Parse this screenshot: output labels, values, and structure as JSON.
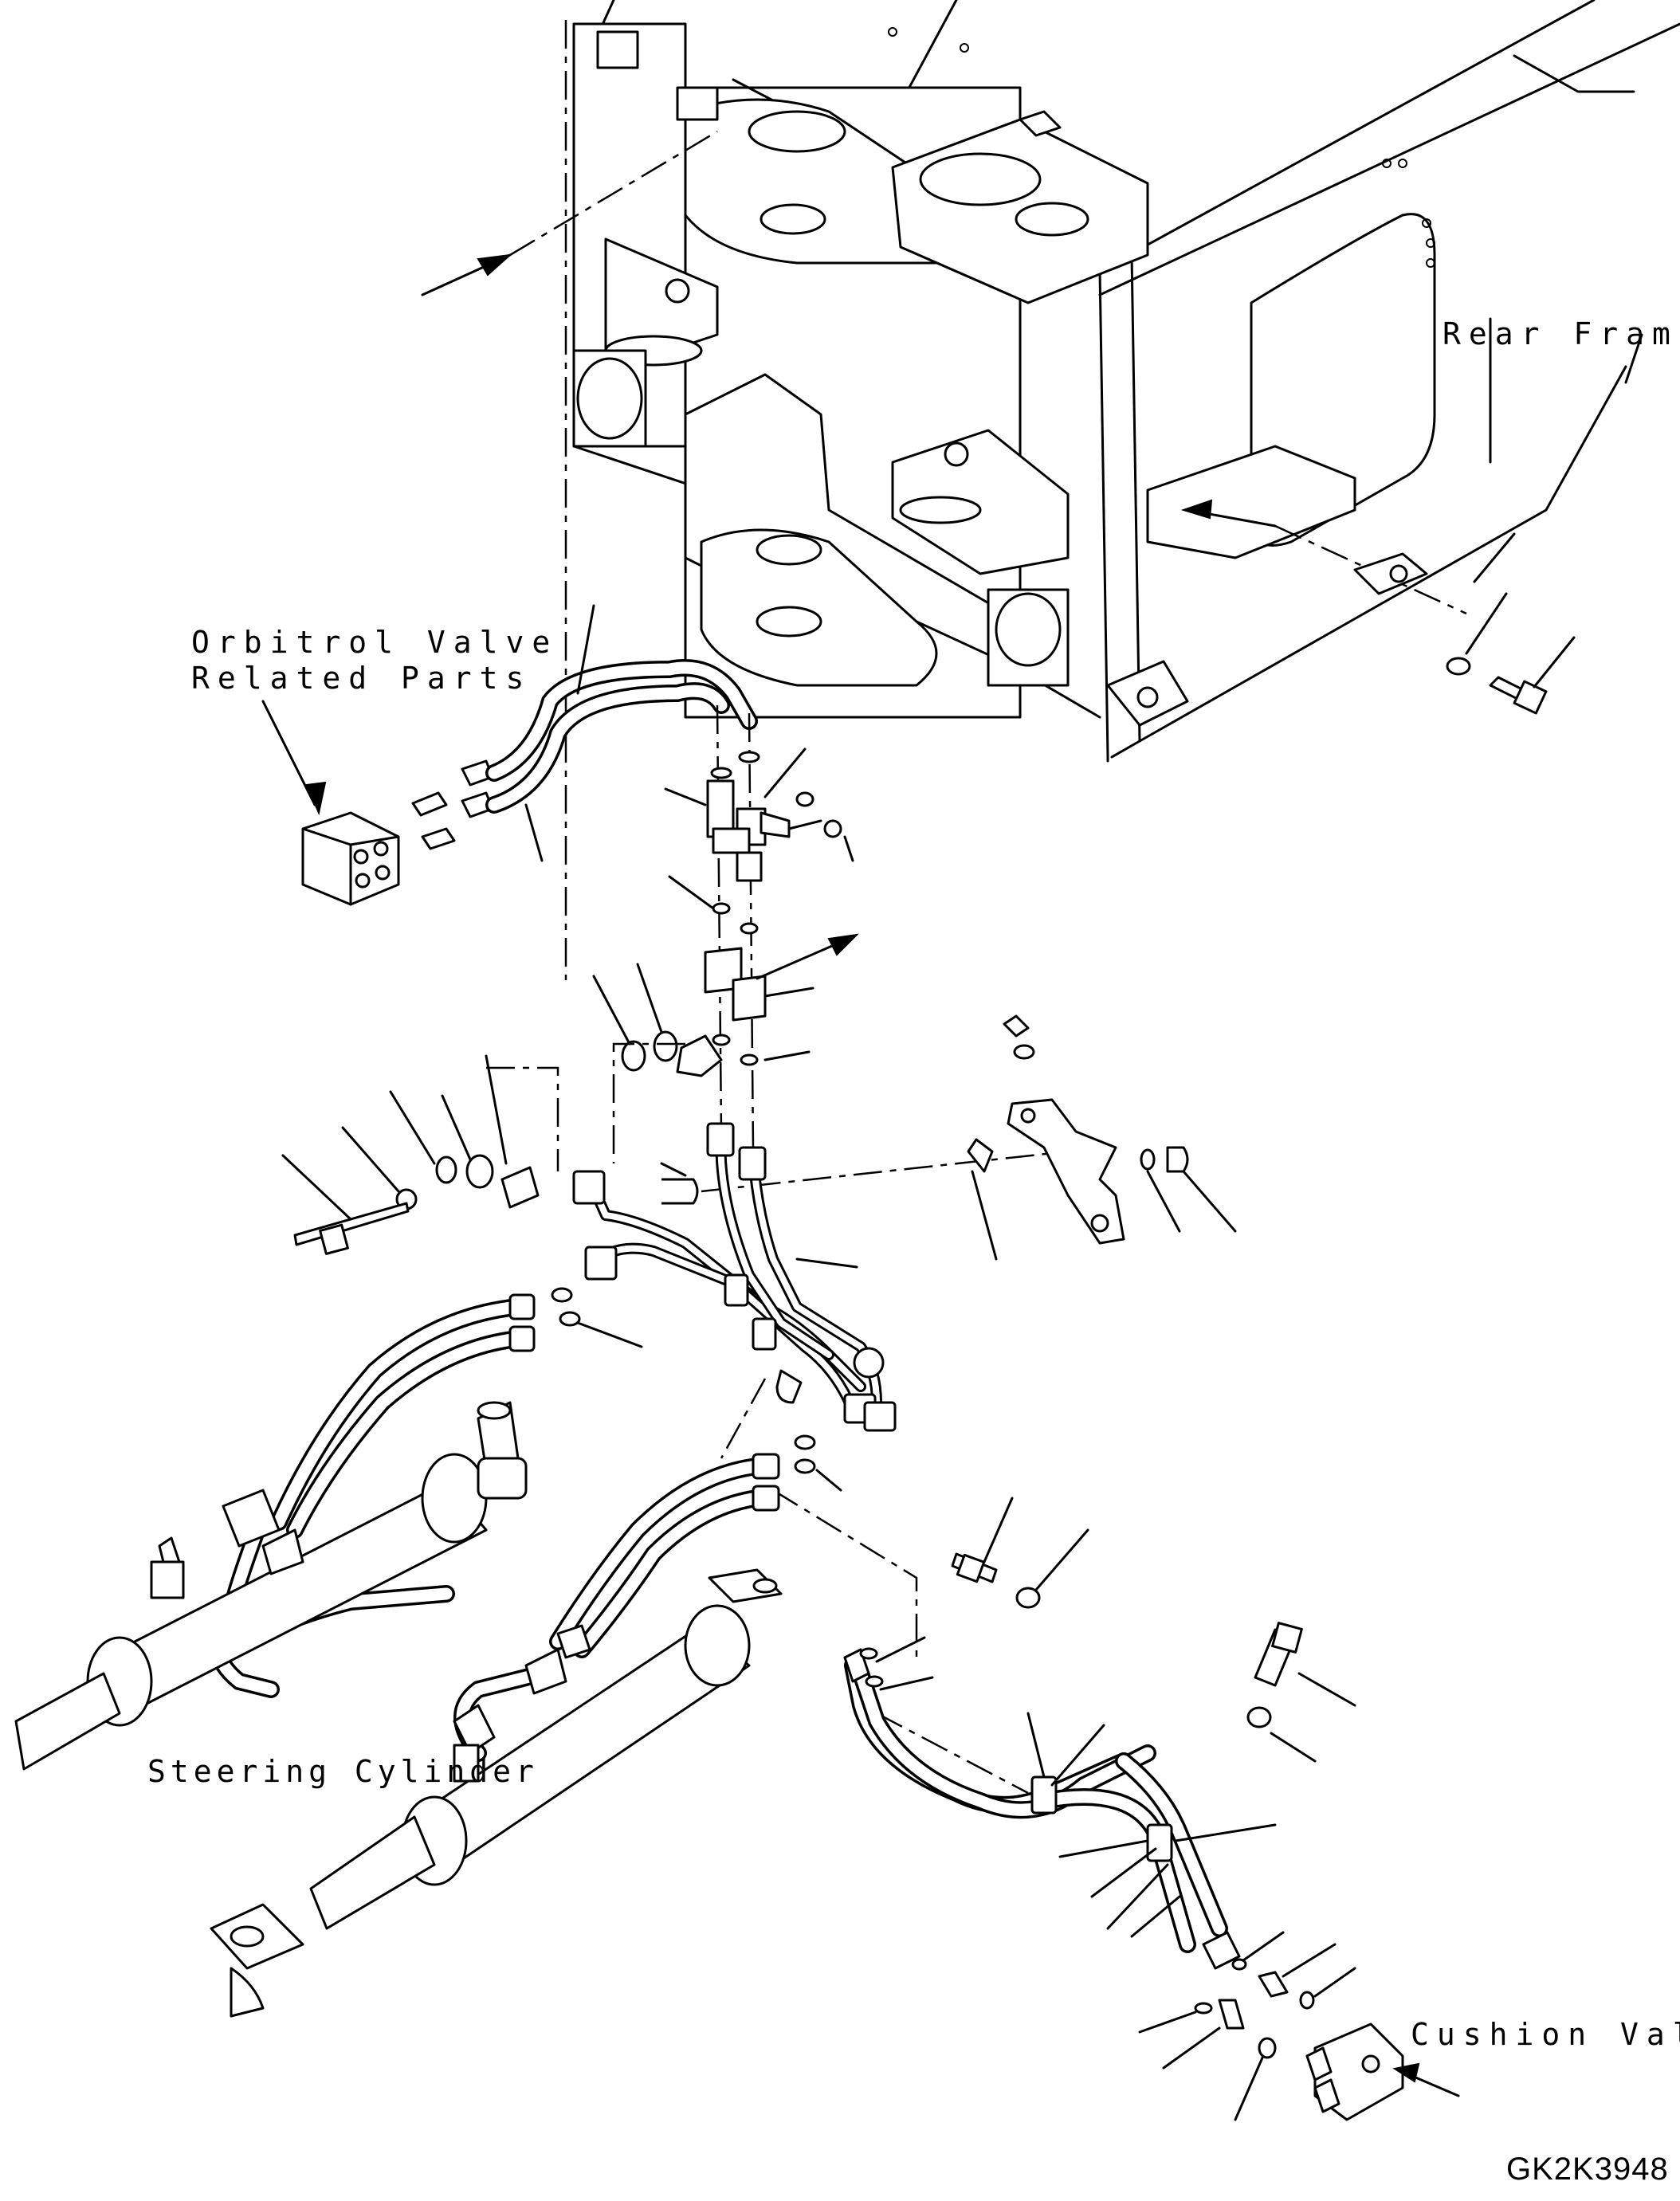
{
  "labels": {
    "rear_frame": "Rear Frame",
    "orbitrol_line1": "Orbitrol Valve",
    "orbitrol_line2": "Related Parts",
    "steering_cylinder": "Steering Cylinder",
    "cushion_valve": "Cushion Valve"
  },
  "figure_code": "GK2K3948"
}
